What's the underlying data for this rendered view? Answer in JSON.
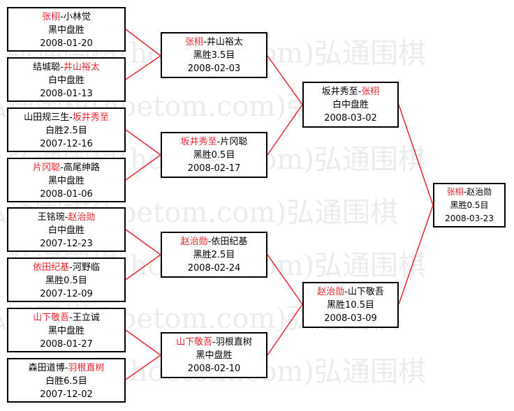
{
  "watermark": "弘通围棋(hoetom.com)弘通围棋",
  "colors": {
    "winner": "#e8262c",
    "connector": "#e8262c",
    "border": "#000000"
  },
  "matches": {
    "r1_1": {
      "p1": "张栩",
      "sep": "-",
      "p2": "小林觉",
      "result": "黑中盘胜",
      "date": "2008-01-20"
    },
    "r1_2": {
      "p1": "结城聪",
      "sep": "-",
      "p2": "井山裕太",
      "result": "白中盘胜",
      "date": "2008-01-13"
    },
    "r1_3": {
      "p1": "山田规三生",
      "sep": "-",
      "p2": "坂井秀至",
      "result": "白胜2.5目",
      "date": "2007-12-16"
    },
    "r1_4": {
      "p1": "片冈聪",
      "sep": "-",
      "p2": "高尾绅路",
      "result": "黑中盘胜",
      "date": "2008-01-06"
    },
    "r1_5": {
      "p1": "王铭琬",
      "sep": "-",
      "p2": "赵治勋",
      "result": "白中盘胜",
      "date": "2007-12-23"
    },
    "r1_6": {
      "p1": "依田纪基",
      "sep": "-",
      "p2": "河野临",
      "result": "黑胜0.5目",
      "date": "2007-12-09"
    },
    "r1_7": {
      "p1": "山下敬吾",
      "sep": "-",
      "p2": "王立诚",
      "result": "黑中盘胜",
      "date": "2008-01-27"
    },
    "r1_8": {
      "p1": "森田道博",
      "sep": "-",
      "p2": "羽根直树",
      "result": "白胜6.5目",
      "date": "2007-12-02"
    },
    "r2_1": {
      "p1": "张栩",
      "sep": "-",
      "p2": "井山裕太",
      "result": "黑胜3.5目",
      "date": "2008-02-03"
    },
    "r2_2": {
      "p1": "坂井秀至",
      "sep": "-",
      "p2": "片冈聪",
      "result": "黑胜0.5目",
      "date": "2008-02-17"
    },
    "r2_3": {
      "p1": "赵治勋",
      "sep": "-",
      "p2": "依田纪基",
      "result": "黑胜2.5目",
      "date": "2008-02-24"
    },
    "r2_4": {
      "p1": "山下敬吾",
      "sep": "-",
      "p2": "羽根直树",
      "result": "黑中盘胜",
      "date": "2008-02-10"
    },
    "r3_1": {
      "p1": "坂井秀至",
      "sep": "-",
      "p2": "张栩",
      "result": "白中盘胜",
      "date": "2008-03-02"
    },
    "r3_2": {
      "p1": "赵治勋",
      "sep": "-",
      "p2": "山下敬吾",
      "result": "黑胜10.5目",
      "date": "2008-03-09"
    },
    "final": {
      "p1": "张栩",
      "sep": "-",
      "p2": "赵治勋",
      "result": "黑胜0.5目",
      "date": "2008-03-23"
    }
  }
}
